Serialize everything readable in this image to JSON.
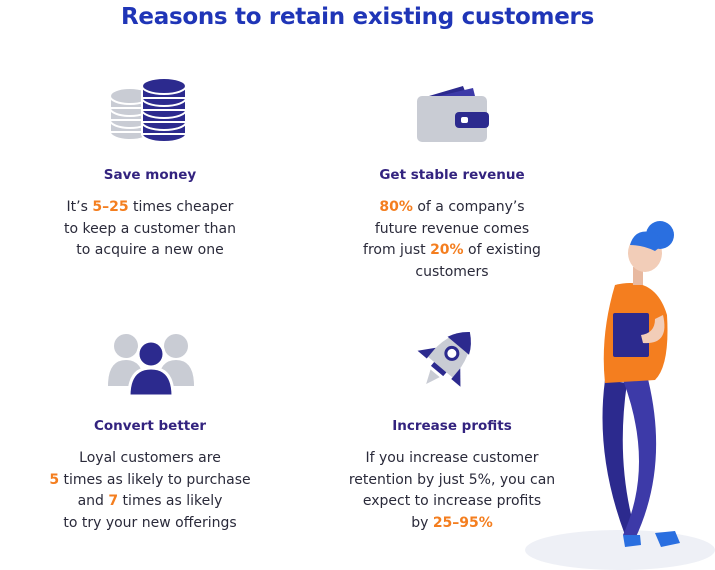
{
  "title": "Reasons to retain existing customers",
  "colors": {
    "title": "#1f35b7",
    "heading": "#33237f",
    "highlight": "#f47e1f",
    "icon_dark": "#2c2a8e",
    "icon_light": "#c9ccd4"
  },
  "cards": [
    {
      "icon": "coins-icon",
      "heading": "Save money",
      "lines": [
        [
          "It’s ",
          "5–25",
          " times cheaper"
        ],
        [
          "to keep a customer than"
        ],
        [
          "to acquire a new one"
        ]
      ]
    },
    {
      "icon": "wallet-icon",
      "heading": "Get stable revenue",
      "lines": [
        [
          "",
          "80%",
          " of a company’s"
        ],
        [
          "future revenue comes"
        ],
        [
          "from just ",
          "20%",
          " of existing"
        ],
        [
          "customers"
        ]
      ]
    },
    {
      "icon": "users-icon",
      "heading": "Convert better",
      "lines": [
        [
          "Loyal customers are"
        ],
        [
          "",
          "5",
          " times as likely to purchase"
        ],
        [
          "and ",
          "7",
          " times as likely"
        ],
        [
          "to try your new offerings"
        ]
      ]
    },
    {
      "icon": "rocket-icon",
      "heading": "Increase profits",
      "lines": [
        [
          "If you increase customer"
        ],
        [
          "retention by just 5%, you can"
        ],
        [
          "expect to increase profits"
        ],
        [
          "by ",
          "25–95%"
        ]
      ]
    }
  ]
}
